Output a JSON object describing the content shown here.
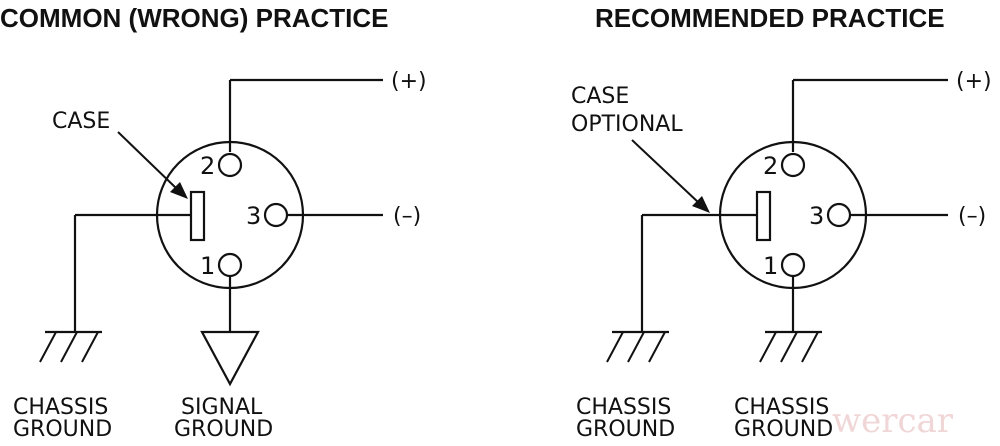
{
  "left": {
    "title": "COMMON (WRONG) PRACTICE",
    "case_label": "CASE",
    "pin2": "2",
    "pin3": "3",
    "pin1": "1",
    "plus": "(+)",
    "minus": "(–)",
    "ground1_line1": "CHASSIS",
    "ground1_line2": "GROUND",
    "ground2_line1": "SIGNAL",
    "ground2_line2": "GROUND"
  },
  "right": {
    "title": "RECOMMENDED PRACTICE",
    "case_label_line1": "CASE",
    "case_label_line2": "OPTIONAL",
    "pin2": "2",
    "pin3": "3",
    "pin1": "1",
    "plus": "(+)",
    "minus": "(–)",
    "ground1_line1": "CHASSIS",
    "ground1_line2": "GROUND",
    "ground2_line1": "CHASSIS",
    "ground2_line2": "GROUND"
  },
  "watermark": "wercar"
}
